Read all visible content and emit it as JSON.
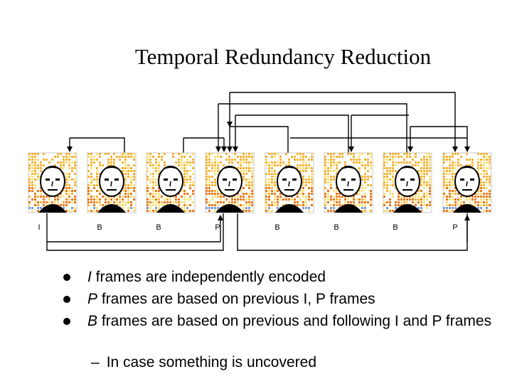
{
  "title": "Temporal Redundancy Reduction",
  "frames": [
    "I",
    "B",
    "B",
    "P",
    "B",
    "B",
    "B",
    "P"
  ],
  "bullets": [
    {
      "frame_type": "I",
      "text": " frames are independently encoded"
    },
    {
      "frame_type": "P",
      "text": " frames are based on previous I, P frames"
    },
    {
      "frame_type": "B",
      "text": " frames are based on previous and following I and P frames"
    }
  ],
  "sub_bullet": "In case something is uncovered",
  "colors": {
    "arrow": "#000000",
    "pixel_warm_dark": "#e87818",
    "pixel_warm": "#f4b232",
    "pixel_light": "#f9e07a",
    "pixel_border": "#7a9bd6",
    "face": "#000000"
  }
}
